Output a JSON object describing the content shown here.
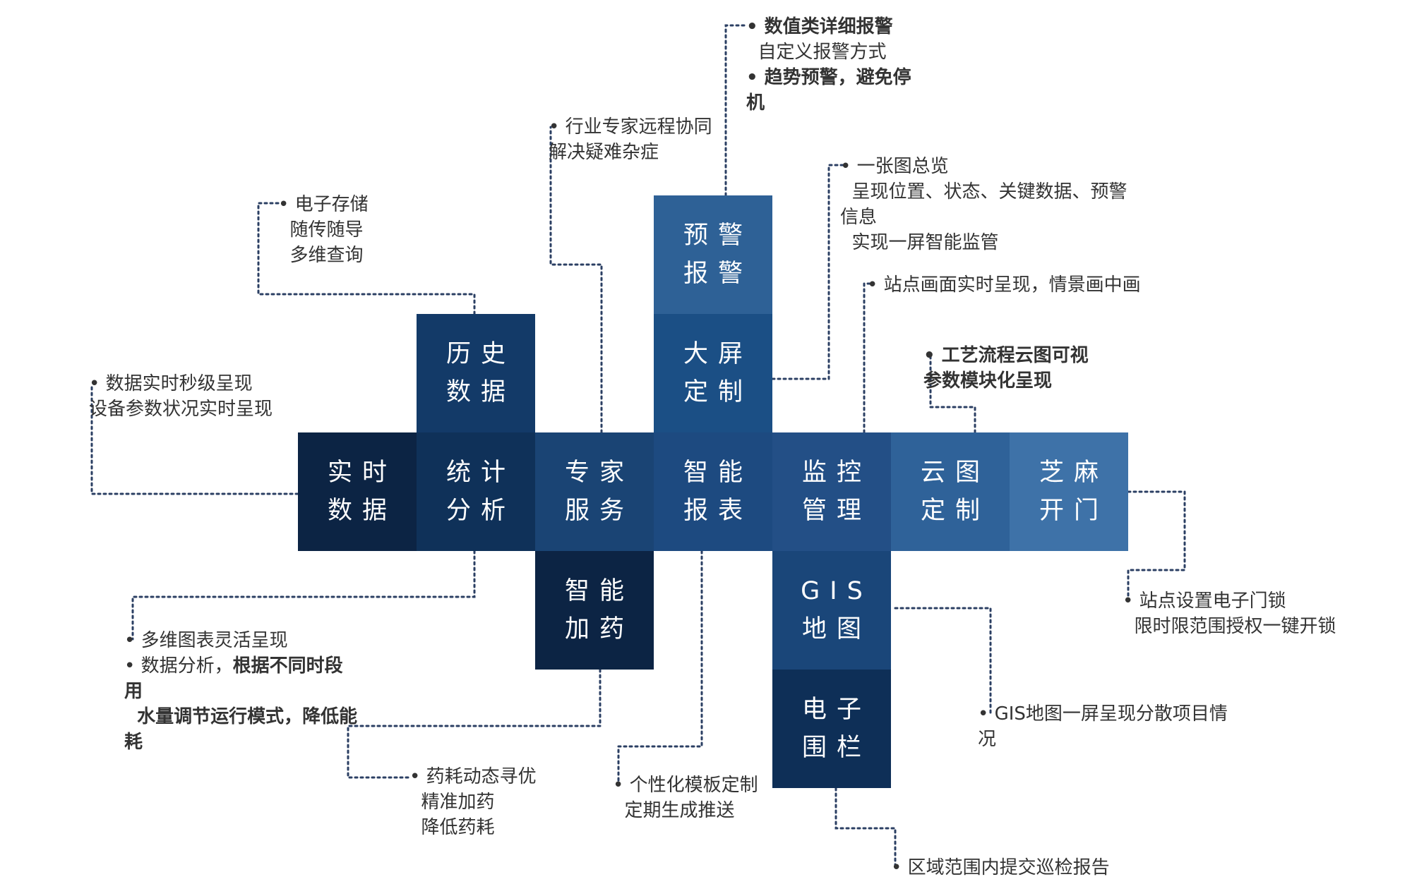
{
  "tiles": [
    {
      "id": "warning-alarm",
      "lines": [
        "预警",
        "报警"
      ],
      "color": "#2e6196"
    },
    {
      "id": "bigscreen-custom",
      "lines": [
        "大屏",
        "定制"
      ],
      "color": "#1b4f85"
    },
    {
      "id": "history-data",
      "lines": [
        "历史",
        "数据"
      ],
      "color": "#133a68"
    },
    {
      "id": "realtime-data",
      "lines": [
        "实时",
        "数据"
      ],
      "color": "#0c2444"
    },
    {
      "id": "stat-analysis",
      "lines": [
        "统计",
        "分析"
      ],
      "color": "#0f3159"
    },
    {
      "id": "expert-service",
      "lines": [
        "专家",
        "服务"
      ],
      "color": "#1a4474"
    },
    {
      "id": "smart-report",
      "lines": [
        "智能",
        "报表"
      ],
      "color": "#1d4a80"
    },
    {
      "id": "monitor-manage",
      "lines": [
        "监控",
        "管理"
      ],
      "color": "#234f86"
    },
    {
      "id": "cloud-custom",
      "lines": [
        "云图",
        "定制"
      ],
      "color": "#2f6299"
    },
    {
      "id": "open-sesame",
      "lines": [
        "芝麻",
        "开门"
      ],
      "color": "#3e72a8"
    },
    {
      "id": "smart-dosing",
      "lines": [
        "智能",
        "加药"
      ],
      "color": "#0c2444"
    },
    {
      "id": "gis-map",
      "lines": [
        "GIS",
        "地图"
      ],
      "color": "#1a4679"
    },
    {
      "id": "e-fence",
      "lines": [
        "电子",
        "围栏"
      ],
      "color": "#0e2f57"
    }
  ],
  "notes": [
    {
      "id": "warning",
      "lines": [
        {
          "text": "• 数值类详细报警",
          "bold": true
        },
        {
          "text": "  自定义报警方式",
          "bold": false
        },
        {
          "text": "• 趋势预警，避免停",
          "bold": true
        },
        {
          "text": "机",
          "bold": true
        }
      ]
    },
    {
      "id": "expert",
      "lines": [
        {
          "text": "• 行业专家远程协同",
          "bold": false
        },
        {
          "text": "解决疑难杂症",
          "bold": false
        }
      ]
    },
    {
      "id": "history",
      "lines": [
        {
          "text": "• 电子存储",
          "bold": false
        },
        {
          "text": "  随传随导",
          "bold": false
        },
        {
          "text": "  多维查询",
          "bold": false
        }
      ]
    },
    {
      "id": "bigscreen",
      "lines": [
        {
          "text": "• 一张图总览",
          "bold": false
        },
        {
          "text": "  呈现位置、状态、关键数据、预警",
          "bold": false
        },
        {
          "text": "信息",
          "bold": false
        },
        {
          "text": "  实现一屏智能监管",
          "bold": false
        }
      ]
    },
    {
      "id": "monitor",
      "lines": [
        {
          "text": "• 站点画面实时呈现，情景画中画",
          "bold": false
        }
      ]
    },
    {
      "id": "cloud",
      "lines": [
        {
          "text": "• 工艺流程云图可视",
          "bold": true
        },
        {
          "text": "参数模块化呈现",
          "bold": true
        }
      ]
    },
    {
      "id": "realtime",
      "lines": [
        {
          "text": "• 数据实时秒级呈现",
          "bold": false
        },
        {
          "text": "设备参数状况实时呈现",
          "bold": false
        }
      ]
    },
    {
      "id": "sesame",
      "lines": [
        {
          "text": "• 站点设置电子门锁",
          "bold": false
        },
        {
          "text": "  限时限范围授权一键开锁",
          "bold": false
        }
      ]
    },
    {
      "id": "stat",
      "lines": [
        {
          "text": "• 多维图表灵活呈现",
          "bold": false
        },
        {
          "text": "• 数据分析，",
          "bold": false,
          "tail": "根据不同时段"
        },
        {
          "text": "用",
          "bold": true
        },
        {
          "text": "  水量调节运行模式，降低能",
          "bold": true
        },
        {
          "text": "耗",
          "bold": true
        }
      ]
    },
    {
      "id": "dosing",
      "lines": [
        {
          "text": "• 药耗动态寻优",
          "bold": false
        },
        {
          "text": "  精准加药",
          "bold": false
        },
        {
          "text": "  降低药耗",
          "bold": false
        }
      ]
    },
    {
      "id": "report",
      "lines": [
        {
          "text": "• 个性化模板定制",
          "bold": false
        },
        {
          "text": "  定期生成推送",
          "bold": false
        }
      ]
    },
    {
      "id": "gis",
      "lines": [
        {
          "text": "• GIS地图一屏呈现分散项目情",
          "bold": false
        },
        {
          "text": "况",
          "bold": false
        }
      ]
    },
    {
      "id": "fence",
      "lines": [
        {
          "text": "• 区域范围内提交巡检报告",
          "bold": false
        }
      ]
    }
  ],
  "connector_color": "#2b3f63"
}
